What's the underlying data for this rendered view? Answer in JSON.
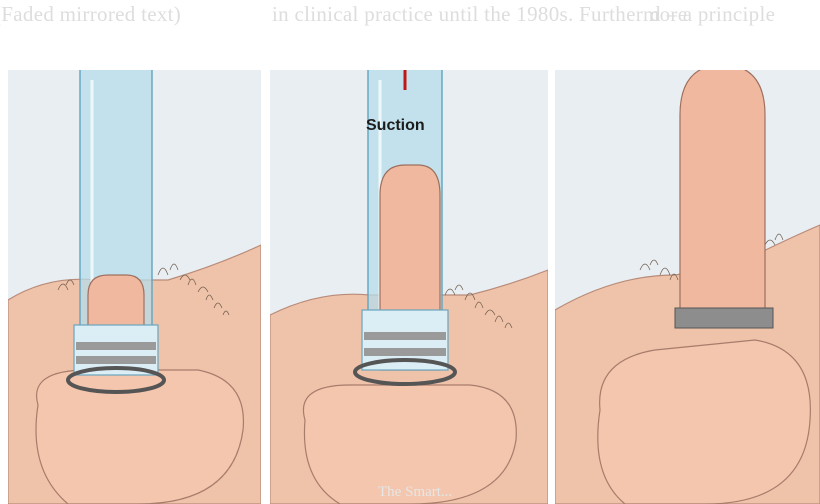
{
  "figure": {
    "label_suction": "Suction"
  },
  "bleed_text": {
    "top_left": "(Faded mirrored text)",
    "top_middle": "in clinical practice until the 1980s. Furthermore",
    "top_right": "d – a principle",
    "bottom": "The Smart..."
  },
  "colors": {
    "skin": "#f2c2a6",
    "skin_shadow": "#d89a86",
    "background_panel": "#e7eef2",
    "cylinder": "#a9d7ea",
    "cylinder_edge": "#5fa4c0",
    "ring": "#8d8d8d",
    "arrow": "#c01616"
  }
}
